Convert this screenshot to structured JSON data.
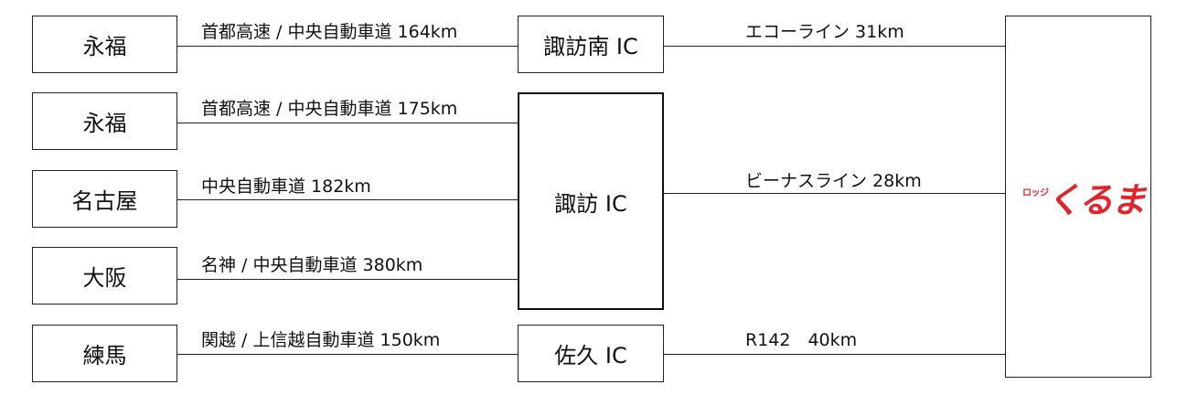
{
  "origins": [
    "永福",
    "永福",
    "名古屋",
    "大阪",
    "練馬"
  ],
  "ics": [
    "諏訪南 IC",
    "諏訪 IC",
    "佐久 IC"
  ],
  "routes_to_ic": [
    "首都高速 / 中央自動車道 164km",
    "首都高速 / 中央自動車道 175km",
    "中央自動車道 182km",
    "名神 / 中央自動車道 380km",
    "関越 / 上信越自動車道 150km"
  ],
  "routes_to_dest": [
    "エコーライン 31km",
    "ビーナスライン 28km",
    "R142　40km"
  ],
  "destination": {
    "logo_small": "ロッジ",
    "logo_main": "くるま",
    "logo_color": "#e0262c"
  }
}
